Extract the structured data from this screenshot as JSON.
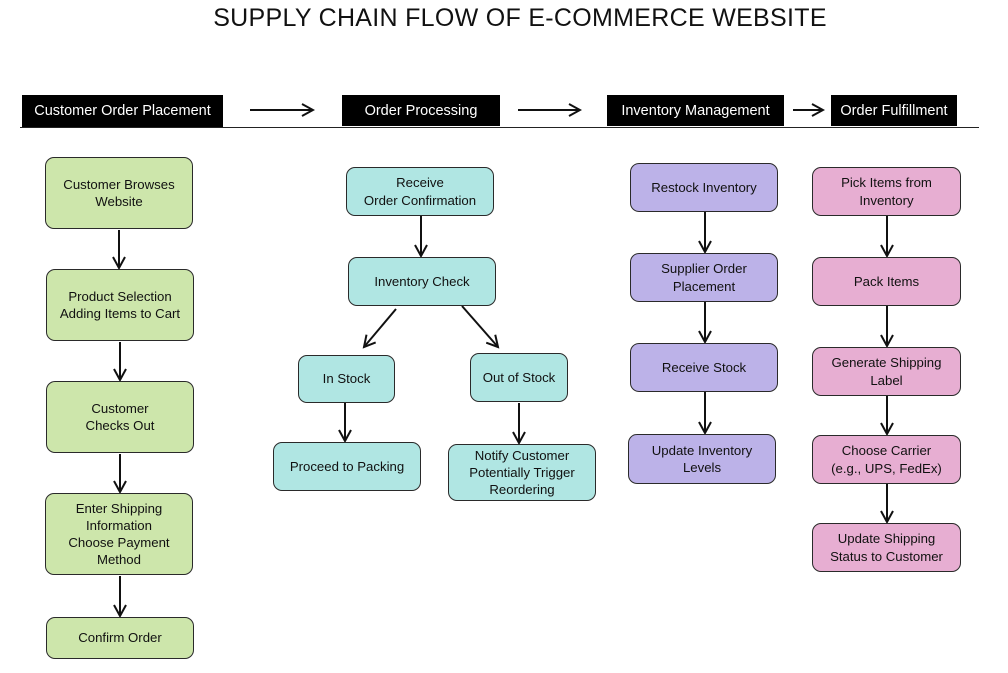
{
  "title": "SUPPLY CHAIN FLOW OF E-COMMERCE WEBSITE",
  "headers": [
    "Customer Order Placement",
    "Order Processing",
    "Inventory Management",
    "Order Fulfillment"
  ],
  "colors": {
    "green": "#cde6ab",
    "teal": "#b0e6e3",
    "purple": "#bcb2e8",
    "pink": "#e7aed2",
    "header": "#000000"
  },
  "columns": {
    "customer": [
      "Customer Browses\nWebsite",
      "Product Selection\nAdding Items to Cart",
      "Customer\nChecks Out",
      "Enter Shipping\nInformation\nChoose Payment\nMethod",
      "Confirm Order"
    ],
    "processing": {
      "receive": "Receive\nOrder Confirmation",
      "check": "Inventory Check",
      "in_stock": "In Stock",
      "out_stock": "Out of Stock",
      "packing": "Proceed to Packing",
      "notify": "Notify Customer\nPotentially Trigger\nReordering"
    },
    "inventory": [
      "Restock Inventory",
      "Supplier Order\nPlacement",
      "Receive Stock",
      "Update Inventory\nLevels"
    ],
    "fulfillment": [
      "Pick Items from\nInventory",
      "Pack Items",
      "Generate Shipping\nLabel",
      "Choose Carrier\n(e.g., UPS, FedEx)",
      "Update Shipping\nStatus to Customer"
    ]
  }
}
